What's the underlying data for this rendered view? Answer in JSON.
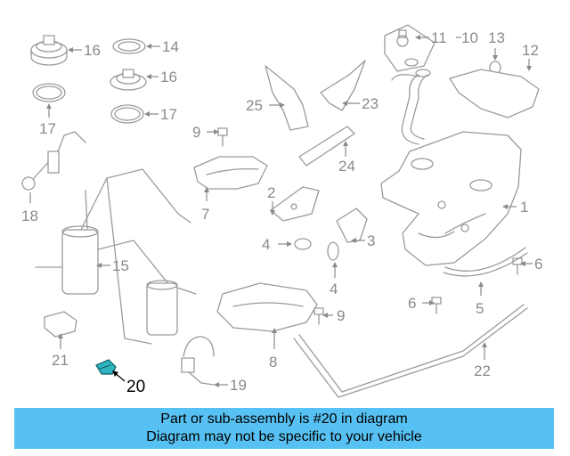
{
  "diagram": {
    "callouts": [
      {
        "id": "c16a",
        "label": "16"
      },
      {
        "id": "c14",
        "label": "14"
      },
      {
        "id": "c16b",
        "label": "16"
      },
      {
        "id": "c17a",
        "label": "17"
      },
      {
        "id": "c17b",
        "label": "17"
      },
      {
        "id": "c11",
        "label": "11"
      },
      {
        "id": "c10",
        "label": "10"
      },
      {
        "id": "c13",
        "label": "13"
      },
      {
        "id": "c12",
        "label": "12"
      },
      {
        "id": "c25",
        "label": "25"
      },
      {
        "id": "c23",
        "label": "23"
      },
      {
        "id": "c9a",
        "label": "9"
      },
      {
        "id": "c18",
        "label": "18"
      },
      {
        "id": "c7",
        "label": "7"
      },
      {
        "id": "c24",
        "label": "24"
      },
      {
        "id": "c1",
        "label": "1"
      },
      {
        "id": "c2",
        "label": "2"
      },
      {
        "id": "c4a",
        "label": "4"
      },
      {
        "id": "c3",
        "label": "3"
      },
      {
        "id": "c15",
        "label": "15"
      },
      {
        "id": "c6a",
        "label": "6"
      },
      {
        "id": "c4b",
        "label": "4"
      },
      {
        "id": "c6b",
        "label": "6"
      },
      {
        "id": "c5",
        "label": "5"
      },
      {
        "id": "c9b",
        "label": "9"
      },
      {
        "id": "c21",
        "label": "21"
      },
      {
        "id": "c8",
        "label": "8"
      },
      {
        "id": "c22",
        "label": "22"
      },
      {
        "id": "c20",
        "label": "20"
      },
      {
        "id": "c19",
        "label": "19"
      }
    ],
    "highlight_color": "#1e9aa8",
    "callout_color": "#8a8a8a"
  },
  "banner": {
    "line1": "Part or sub-assembly is #20 in diagram",
    "line2": "Diagram may not be specific to your vehicle",
    "background": "#56c1f2"
  }
}
